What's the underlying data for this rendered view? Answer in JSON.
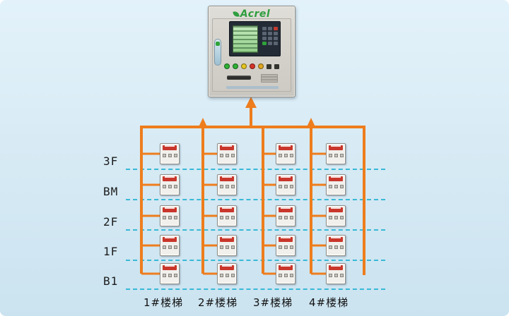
{
  "diagram": {
    "brand": "Acrel",
    "floors": [
      "3F",
      "BM",
      "2F",
      "1F",
      "B1"
    ],
    "stairs": [
      "1#楼梯",
      "2#楼梯",
      "3#楼梯",
      "4#楼梯"
    ],
    "grid": {
      "rows": 5,
      "columns": 4
    },
    "colors": {
      "bus": "#EE7D1D",
      "floor_line": "#38B9D6",
      "device_strip": "#C9362B",
      "logo_green": "#2F9E3F"
    },
    "cabinet": {
      "leds": [
        "#2EB135",
        "#2EB135",
        "#E3C520",
        "#D5332A",
        "#E0A61F"
      ]
    }
  }
}
